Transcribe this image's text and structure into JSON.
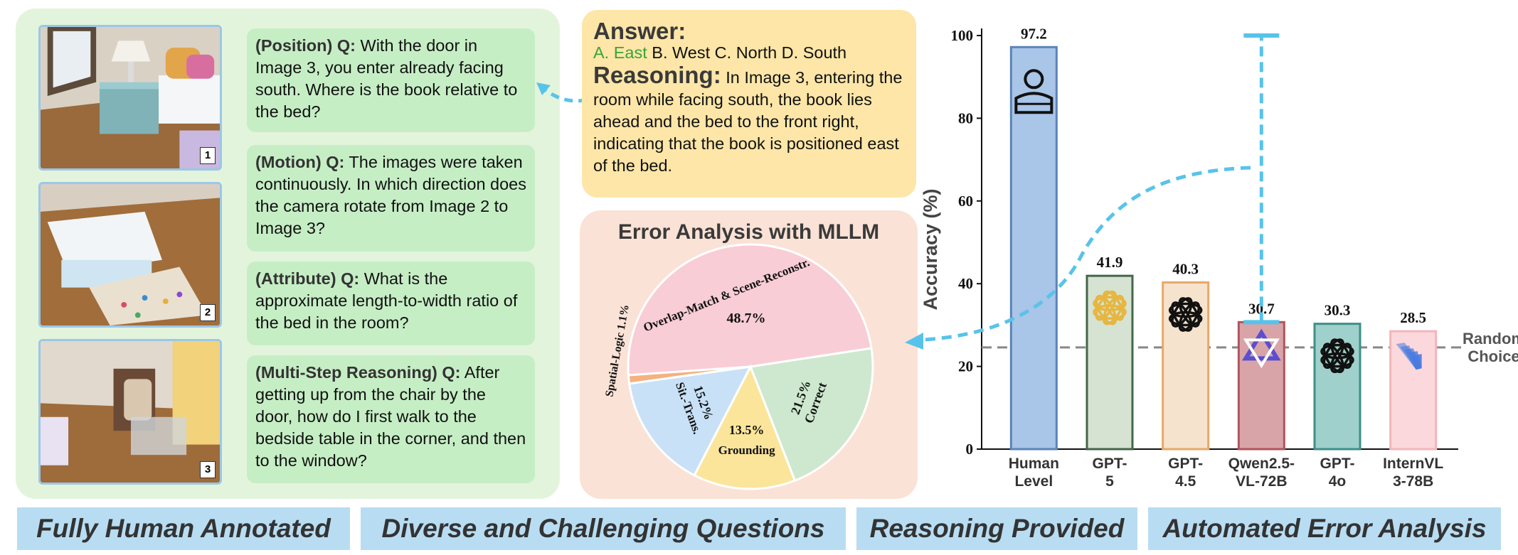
{
  "left": {
    "images": [
      {
        "num": "1"
      },
      {
        "num": "2"
      },
      {
        "num": "3"
      }
    ],
    "questions": [
      {
        "tag": "(Position)",
        "q": "Q:",
        "text": "With the door in Image 3, you enter already facing south. Where is the book relative to the bed?"
      },
      {
        "tag": "(Motion)",
        "q": "Q:",
        "text": "The images were taken continuously. In which direction does the camera rotate from Image 2 to Image 3?"
      },
      {
        "tag": "(Attribute)",
        "q": "Q:",
        "text": "What is the approximate length-to-width ratio of the bed in the room?"
      },
      {
        "tag": "(Multi-Step Reasoning)",
        "q": "Q:",
        "text": "After getting up from the chair by the door, how do I first walk to the bedside table in the corner, and then to the window?"
      }
    ]
  },
  "answer": {
    "heading": "Answer:",
    "option_a": "A. East",
    "other_options": " B. West C. North D. South",
    "reasoning_heading": "Reasoning:",
    "reasoning_text": " In Image 3, entering the room while facing south, the book lies ahead and the bed to the front right, indicating that the book is positioned east of the bed."
  },
  "error_analysis": {
    "title": "Error Analysis with MLLM"
  },
  "chart_data": [
    {
      "type": "pie",
      "title": "Error Analysis with MLLM",
      "slices": [
        {
          "label": "Overlap-Match & Scene-Reconstr.",
          "value": 48.7,
          "value_label": "48.7%",
          "color": "#f9cdd6"
        },
        {
          "label": "Correct",
          "value": 21.5,
          "value_label": "21.5%",
          "color": "#cde8cf"
        },
        {
          "label": "Grounding",
          "value": 13.5,
          "value_label": "13.5%",
          "color": "#fbe59b"
        },
        {
          "label": "Sit.-Trans.",
          "value": 15.2,
          "value_label": "15.2%",
          "color": "#c8e1f7"
        },
        {
          "label": "Spatial-Logic",
          "value": 1.1,
          "value_label": "1.1%",
          "color": "#f3b27f"
        }
      ]
    },
    {
      "type": "bar",
      "ylabel": "Accuracy (%)",
      "ylim": [
        0,
        100
      ],
      "yticks": [
        "0",
        "20",
        "40",
        "60",
        "80",
        "100"
      ],
      "categories": [
        {
          "line1": "Human",
          "line2": "Level"
        },
        {
          "line1": "GPT-",
          "line2": "5"
        },
        {
          "line1": "GPT-",
          "line2": "4.5"
        },
        {
          "line1": "Qwen2.5-",
          "line2": "VL-72B"
        },
        {
          "line1": "GPT-",
          "line2": "4o"
        },
        {
          "line1": "InternVL",
          "line2": "3-78B"
        }
      ],
      "values": [
        97.2,
        41.9,
        40.3,
        30.7,
        30.3,
        28.5
      ],
      "value_labels": [
        "97.2",
        "41.9",
        "40.3",
        "30.7",
        "30.3",
        "28.5"
      ],
      "fills": [
        "#a9c5e8",
        "#d6e3d2",
        "#f6e3cd",
        "#d8a4a8",
        "#9fd0cb",
        "#fbd8dc"
      ],
      "strokes": [
        "#5b84b8",
        "#44664a",
        "#e7a868",
        "#b0555e",
        "#3d8f88",
        "#f4b4bb"
      ],
      "icons": [
        "person-icon",
        "openai-logo-icon",
        "openai-logo-icon",
        "qwen-logo-icon",
        "openai-logo-icon",
        "internvl-logo-icon"
      ],
      "random_choice": {
        "value": 24.6,
        "label_line1": "Random",
        "label_line2": "Choice"
      },
      "error_bar": {
        "category_index": 3,
        "low": 30.7,
        "high": 100
      }
    }
  ],
  "banners": [
    "Fully Human Annotated",
    "Diverse and Challenging Questions",
    "Reasoning Provided",
    "Automated Error Analysis"
  ]
}
